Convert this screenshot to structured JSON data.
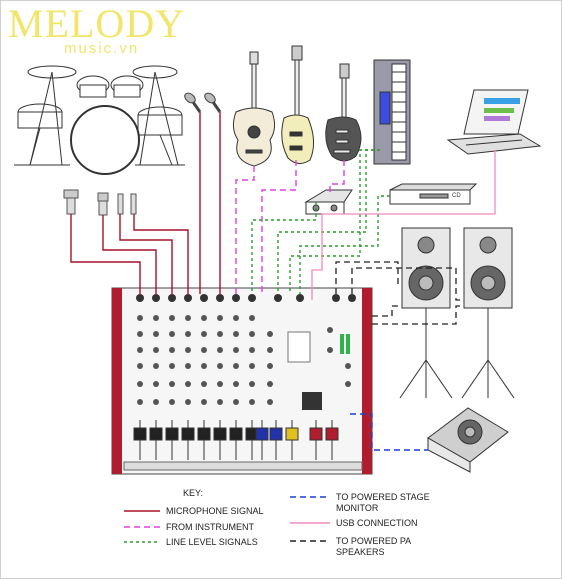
{
  "logo": {
    "brand": "MELODY",
    "sub": "music.vn"
  },
  "cd_label": "CD",
  "key": {
    "title": "KEY:",
    "items": [
      {
        "label": "MICROPHONE SIGNAL",
        "color": "#a8102a",
        "style": "solid"
      },
      {
        "label": "FROM INSTRUMENT",
        "color": "#e040e0",
        "style": "dashed"
      },
      {
        "label": "LINE LEVEL SIGNALS",
        "color": "#2c9b2c",
        "style": "dotted"
      },
      {
        "label": "TO POWERED STAGE\nMONITOR",
        "color": "#1a3fd8",
        "style": "dashed"
      },
      {
        "label": "USB CONNECTION",
        "color": "#f28ac0",
        "style": "solid"
      },
      {
        "label": "TO POWERED PA\nSPEAKERS",
        "color": "#222222",
        "style": "dashed"
      }
    ]
  },
  "colors": {
    "mixer_red": "#b01d2e",
    "logo_yellow": "#f1e56a"
  },
  "icons": [
    "drum-kit-icon",
    "microphone-icon",
    "acoustic-guitar-icon",
    "bass-guitar-icon",
    "electric-guitar-icon",
    "keyboard-icon",
    "laptop-icon",
    "di-box-icon",
    "cd-player-icon",
    "pa-speaker-icon",
    "stage-monitor-icon",
    "mixer-icon"
  ]
}
